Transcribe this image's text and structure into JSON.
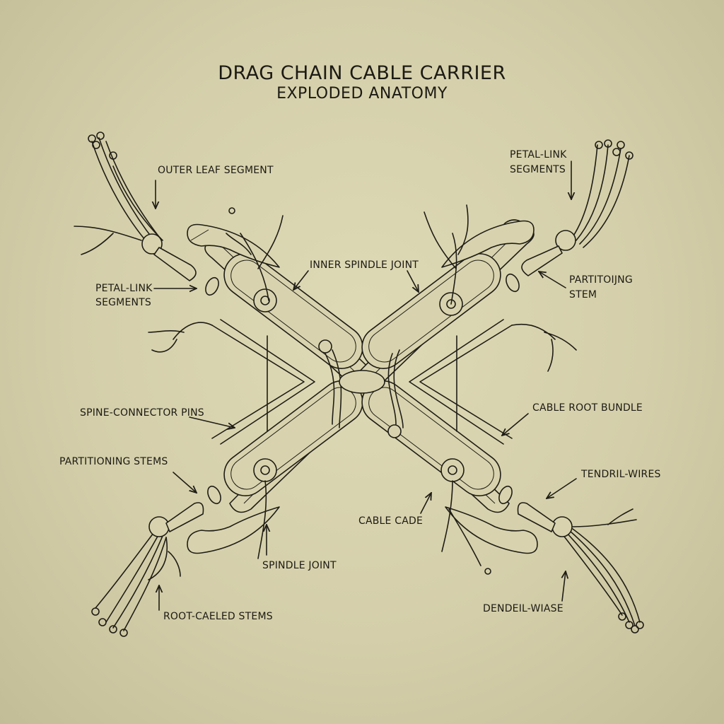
{
  "title": {
    "main": "DRAG CHAIN CABLE CARRIER",
    "subtitle": "EXPLODED ANATOMY"
  },
  "labels": {
    "outer_leaf_segment": "OUTER LEAF SEGMENT",
    "petal_link_segments_left_1": "PETAL-LINK",
    "petal_link_segments_left_2": "SEGMENTS",
    "petal_link_segments_right_1": "PETAL-LINK",
    "petal_link_segments_right_2": "SEGMENTS",
    "inner_spindle_joint": "INNER SPINDLE JOINT",
    "partitioning_stem_1": "PARTITOIJNG",
    "partitioning_stem_2": "STEM",
    "spine_connector_pins": "SPINE-CONNECTOR PINS",
    "cable_root_bundle": "CABLE ROOT BUNDLE",
    "partitioning_stems": "PARTITIONING STEMS",
    "tendril_wires": "TENDRIL-WIRES",
    "cable_cade": "CABLE CADE",
    "spindle_joint": "SPINDLE JOINT",
    "root_caeled_stems": "ROOT-CAELED STEMS",
    "dendeil_wiase": "DENDEIL-WIASE"
  },
  "colors": {
    "paper": "#d8d3ae",
    "paper_edge": "#c3bd97",
    "ink": "#1f1d16"
  }
}
